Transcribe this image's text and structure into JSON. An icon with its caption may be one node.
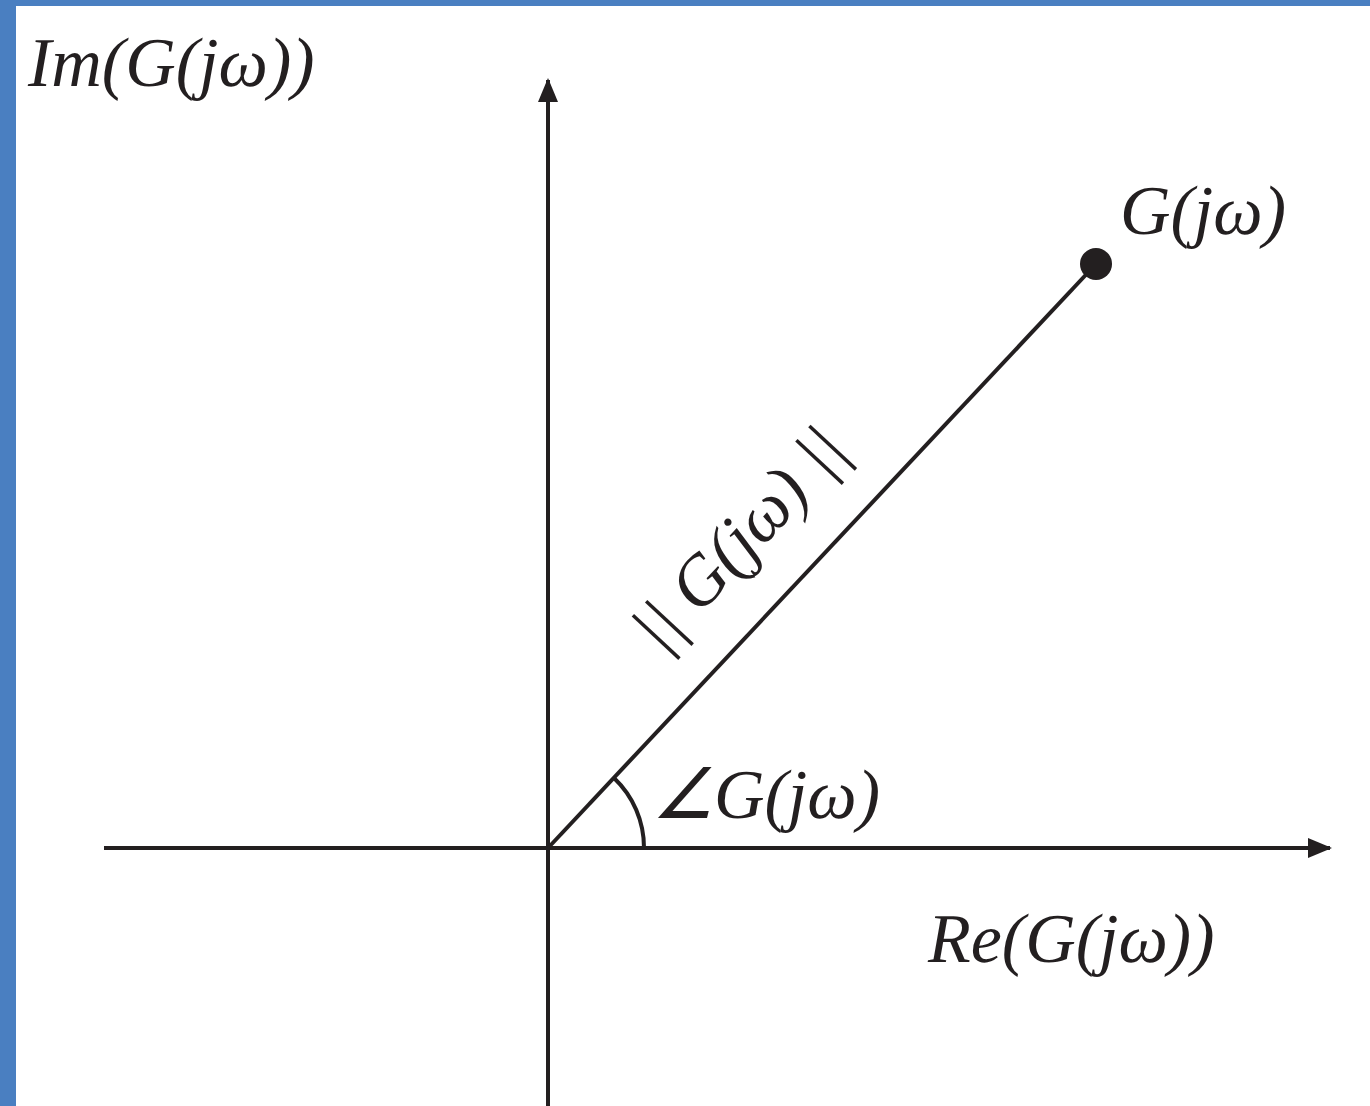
{
  "diagram": {
    "labels": [
      "Im(G(jω))",
      "G(jω)",
      "|| G(jω) ||",
      "∠G(jω)",
      "Re(G(jω))"
    ]
  }
}
